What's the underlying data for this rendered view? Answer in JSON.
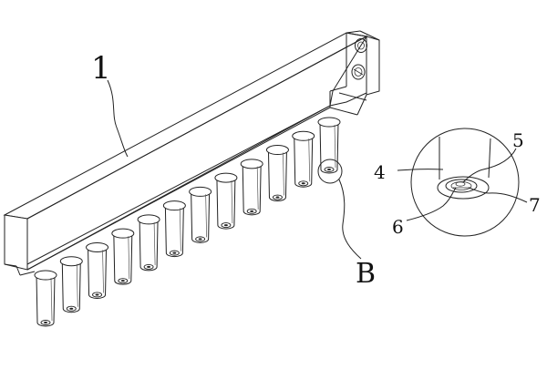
{
  "figure": {
    "labels": {
      "part_1": "1",
      "detail_B": "B",
      "part_4": "4",
      "part_5": "5",
      "part_6": "6",
      "part_7": "7"
    },
    "pin_count": 12
  }
}
